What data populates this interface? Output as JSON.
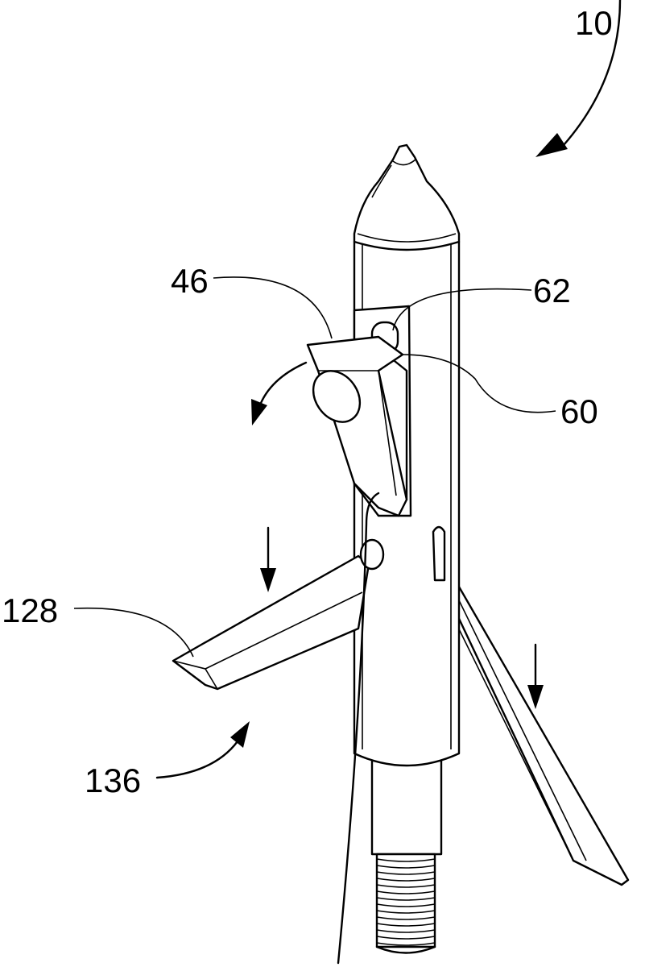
{
  "figure": {
    "labels": {
      "assembly": "10",
      "blade_top": "46",
      "pin": "62",
      "slot": "60",
      "blade_left": "128",
      "deploy_direction": "136"
    },
    "line_color": "#000000",
    "background": "#ffffff"
  }
}
